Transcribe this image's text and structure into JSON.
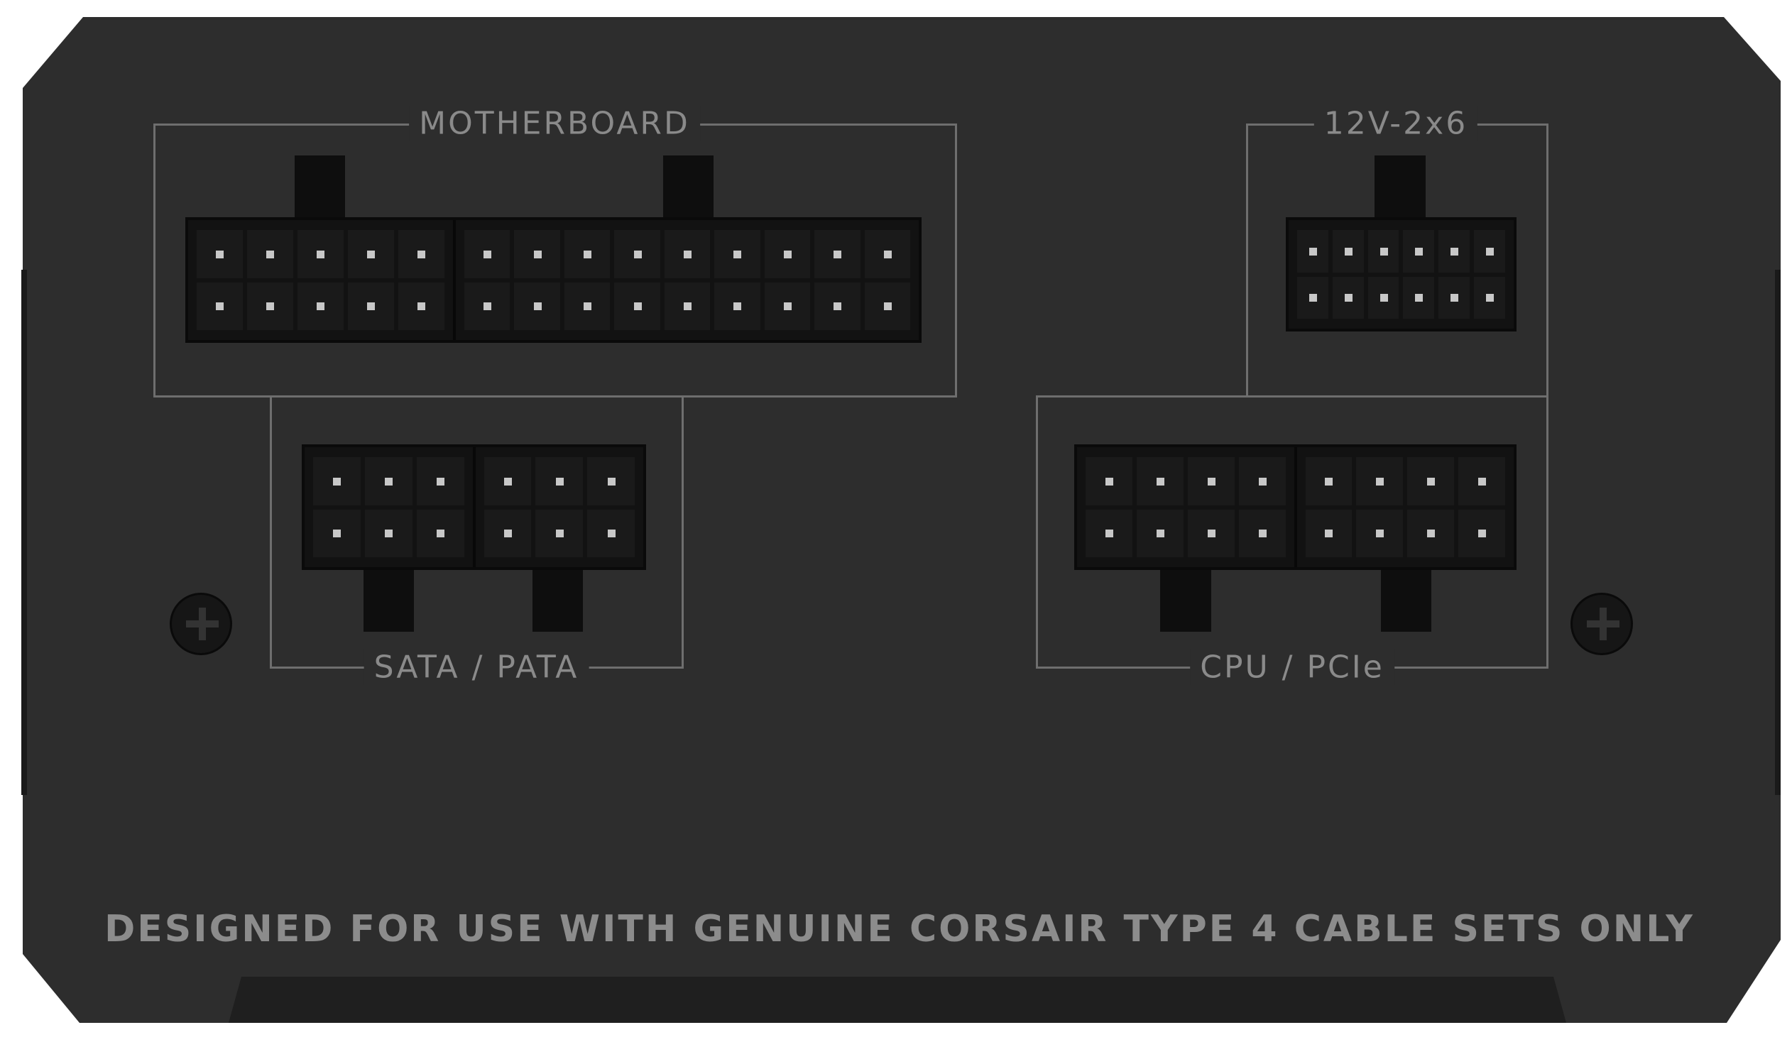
{
  "labels": {
    "motherboard": "MOTHERBOARD",
    "gpu_12v": "12V-2x6",
    "sata_pata": "SATA / PATA",
    "cpu_pcie": "CPU / PCIe"
  },
  "footer_text": "DESIGNED FOR USE WITH GENUINE CORSAIR TYPE 4 CABLE SETS ONLY",
  "connectors": {
    "motherboard": {
      "halves": [
        [
          5,
          2
        ],
        [
          9,
          2
        ]
      ]
    },
    "gpu_12v": {
      "halves": [
        [
          6,
          2
        ]
      ]
    },
    "sata_pata": {
      "halves": [
        [
          3,
          2
        ],
        [
          3,
          2
        ]
      ]
    },
    "cpu_pcie": {
      "halves": [
        [
          4,
          2
        ],
        [
          4,
          2
        ]
      ]
    }
  }
}
